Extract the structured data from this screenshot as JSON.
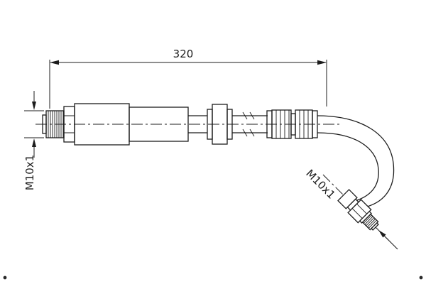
{
  "drawing": {
    "background": "#ffffff",
    "line_color": "#1c1c1c",
    "dimension_320": "320",
    "left_thread_label": "M10x1",
    "right_thread_label": "M10x1"
  }
}
